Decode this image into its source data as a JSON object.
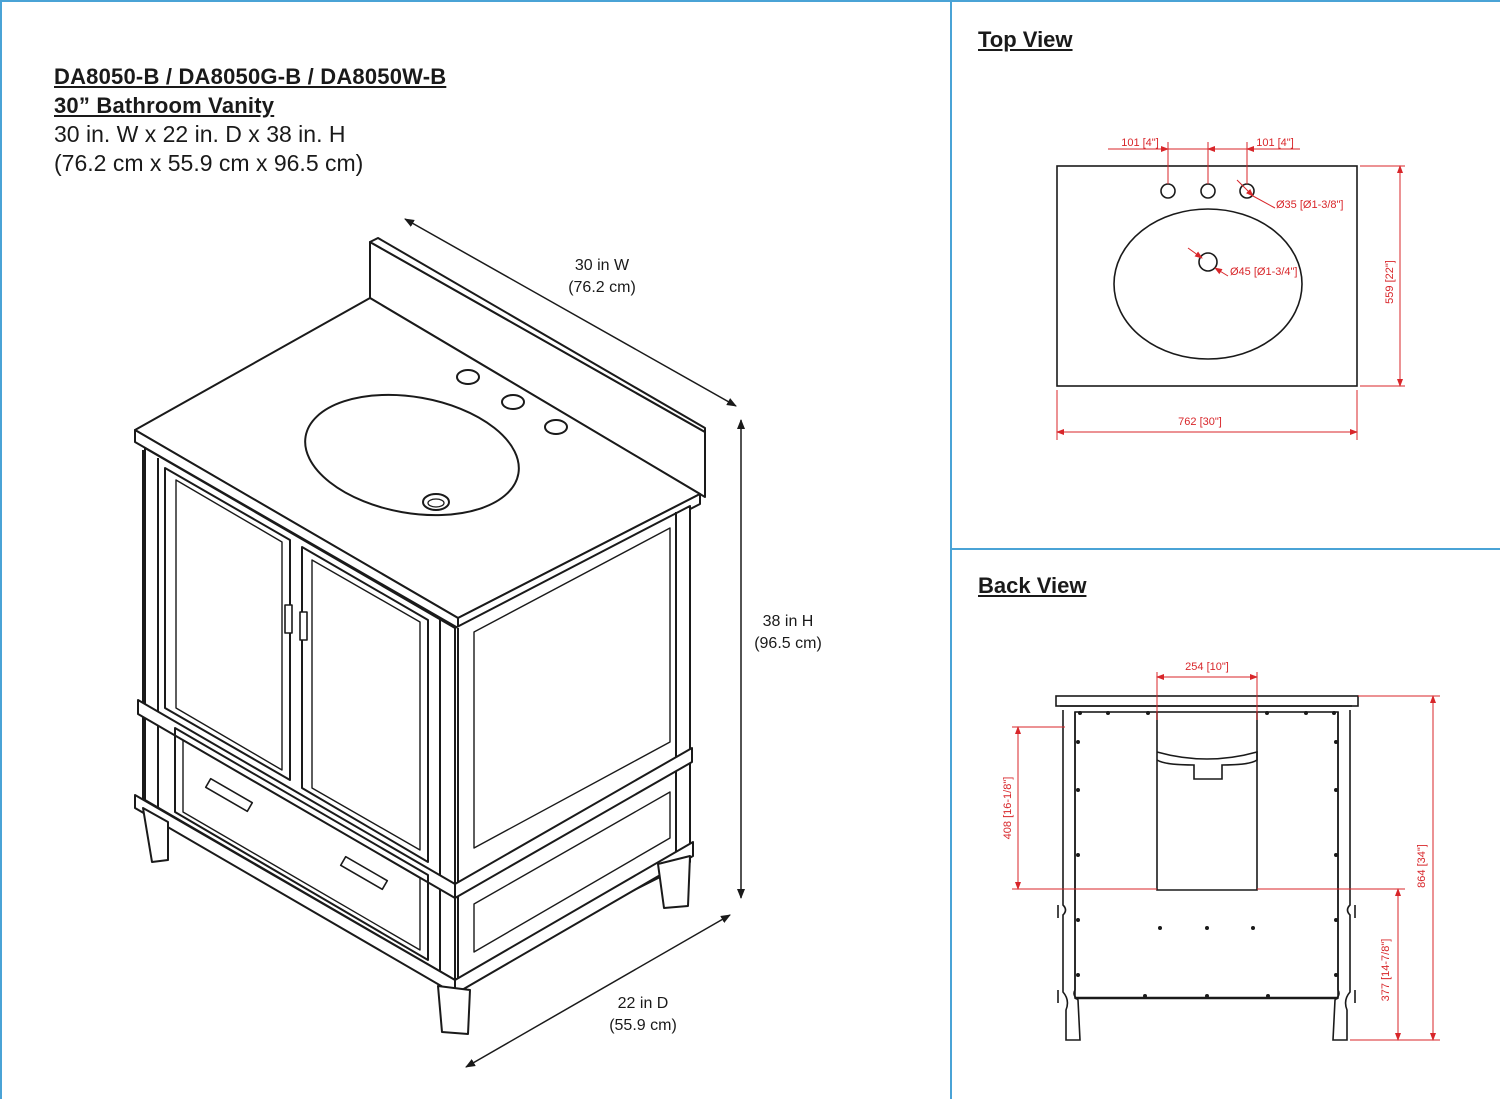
{
  "product": {
    "models": "DA8050-B / DA8050G-B / DA8050W-B",
    "name": "30” Bathroom Vanity",
    "dims_in": "30 in. W x 22 in. D x 38 in. H",
    "dims_cm": "(76.2 cm x 55.9 cm x 96.5 cm)"
  },
  "iso_view": {
    "width_label": "30 in W",
    "width_label_cm": "(76.2 cm)",
    "height_label": "38 in H",
    "height_label_cm": "(96.5 cm)",
    "depth_label": "22 in D",
    "depth_label_cm": "(55.9 cm)"
  },
  "top_view": {
    "heading": "Top View",
    "spacing_left": "101 [4\"]",
    "spacing_right": "101 [4\"]",
    "faucet_hole": "Ø35 [Ø1-3/8\"]",
    "drain_hole": "Ø45 [Ø1-3/4\"]",
    "depth": "559 [22\"]",
    "width": "762 [30\"]"
  },
  "back_view": {
    "heading": "Back View",
    "opening_width": "254 [10\"]",
    "opening_height": "408 [16-1/8\"]",
    "total_height": "864 [34\"]",
    "floor_height": "377 [14-7/8\"]"
  },
  "colors": {
    "panel_divider": "#4aa3d6",
    "dimension_red": "#d8262a",
    "line_dark": "#1a1a1a"
  }
}
